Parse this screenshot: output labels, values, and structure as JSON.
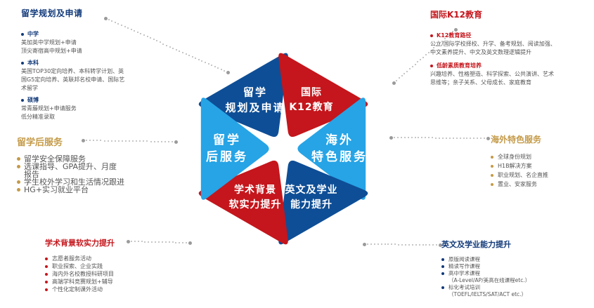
{
  "colors": {
    "red": "#C4161C",
    "darkBlue": "#0E4E96",
    "lightBlue": "#26A4E6",
    "gold": "#C49A48",
    "navy": "#123A7A",
    "text": "#555555",
    "dotted": "#B5B5B5",
    "white": "#FFFFFF"
  },
  "petals": [
    {
      "name": "petal-study-planning",
      "lines": [
        "留学",
        "规划及申请"
      ],
      "color": "darkBlue"
    },
    {
      "name": "petal-k12-education",
      "lines": [
        "国际",
        "K12教育"
      ],
      "color": "red"
    },
    {
      "name": "petal-overseas-services",
      "lines": [
        "海外",
        "特色服务"
      ],
      "color": "lightBlue"
    },
    {
      "name": "petal-english-ability",
      "lines": [
        "英文及学业",
        "能力提升"
      ],
      "color": "darkBlue"
    },
    {
      "name": "petal-academic-background",
      "lines": [
        "学术背景",
        "软实力提升"
      ],
      "color": "red"
    },
    {
      "name": "petal-post-study-services",
      "lines": [
        "留学",
        "后服务"
      ],
      "color": "lightBlue"
    }
  ],
  "blocks": {
    "tl": {
      "title": "留学规划及申请",
      "groups": [
        {
          "head": "中学",
          "lines": [
            "美加英中学规划+申请",
            "顶尖寄宿高中规划+申请"
          ]
        },
        {
          "head": "本科",
          "lines": [
            "美国TOP30定向培养、本科转学计划、英",
            "国G5定向培养、英联邦名校申请、国际艺",
            "术留学"
          ]
        },
        {
          "head": "硕博",
          "lines": [
            "常青藤规划+申请服务",
            "低分精准录取"
          ]
        }
      ]
    },
    "tr": {
      "title": "国际K12教育",
      "groups": [
        {
          "head": "K12教育路径",
          "lines": [
            "公立/国际学校择校、升学、备考规划、阅读加强、",
            "中文素养提升、中文及英文数理逻辑提升"
          ]
        },
        {
          "head": "低龄素质教育培养",
          "lines": [
            "兴趣培养、性格塑造、科学探索、公共演讲、艺术",
            "思维等；亲子关系、父母成长、家庭教育"
          ]
        }
      ]
    },
    "ml": {
      "title": "留学后服务",
      "items": [
        "留学安全保障服务",
        "选课指导、GPA提升、月度",
        "报告",
        "学生校外学习和生活情况跟进",
        "HG+实习就业平台"
      ]
    },
    "mr": {
      "title": "海外特色服务",
      "items": [
        "全球身份规划",
        "H1B解决方案",
        "职业规划、名企直推",
        "置业、安家服务"
      ]
    },
    "bl": {
      "title": "学术背景软实力提升",
      "items": [
        "志愿者服务活动",
        "职业探索、企业实践",
        "海内外名校教授科研项目",
        "高端学科竞赛规划+辅导",
        "个性化定制课外活动"
      ]
    },
    "br": {
      "title": "英文及学业能力提升",
      "items": [
        "原版阅读课程",
        "精读写作课程",
        "高中学术课程",
        "（A-Level/AP/美高在线课程etc.）",
        "标化考试培训",
        "（TOEFL/IELTS/SAT/ACT etc.）"
      ]
    }
  }
}
